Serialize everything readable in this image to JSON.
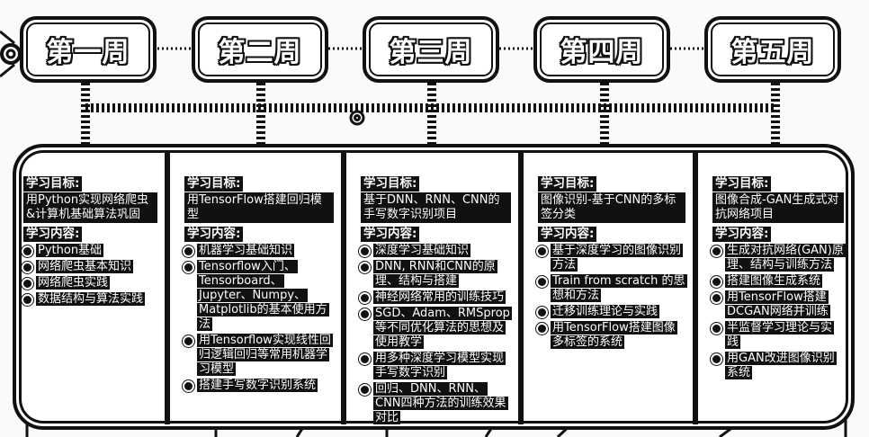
{
  "weeks": [
    {
      "title": "第一周",
      "goal_label": "学习目标:",
      "goal": "用Python实现网络爬虫&计算机基础算法巩固",
      "content_label": "学习内容:",
      "items": [
        "Python基础",
        "网络爬虫基本知识",
        "网络爬虫实践",
        "数据结构与算法实践"
      ]
    },
    {
      "title": "第二周",
      "goal_label": "学习目标:",
      "goal": "用TensorFlow搭建回归模型",
      "content_label": "学习内容:",
      "items": [
        "机器学习基础知识",
        "Tensorflow入门、Tensorboard、Jupyter、Numpy、Matplotlib的基本使用方法",
        "用Tensorflow实现线性回归逻辑回归等常用机器学习模型",
        "搭建手写数字识别系统"
      ]
    },
    {
      "title": "第三周",
      "goal_label": "学习目标:",
      "goal": "基于DNN、RNN、CNN的手写数字识别项目",
      "content_label": "学习内容:",
      "items": [
        "深度学习基础知识",
        "DNN, RNN和CNN的原理、结构与搭建",
        "神经网络常用的训练技巧",
        "SGD、Adam、RMSprop等不同优化算法的思想及使用教学",
        "用多种深度学习模型实现手写数字识别",
        "回归、DNN、RNN、CNN四种方法的训练效果对比"
      ]
    },
    {
      "title": "第四周",
      "goal_label": "学习目标:",
      "goal": "图像识别-基于CNN的多标签分类",
      "content_label": "学习内容:",
      "items": [
        "基于深度学习的图像识别方法",
        "Train from scratch 的思想和方法",
        "迁移训练理论与实践",
        "用TensorFlow搭建图像多标签的系统"
      ]
    },
    {
      "title": "第五周",
      "goal_label": "学习目标:",
      "goal": "图像合成-GAN生成式对抗网络项目",
      "content_label": "学习内容:",
      "items": [
        "生成对抗网络(GAN)原理、结构与训练方法",
        "搭建图像生成系统",
        "用TensorFlow搭建DCGAN网络并训练",
        "半监督学习理论与实践",
        "用GAN改进图像识别系统"
      ]
    }
  ]
}
